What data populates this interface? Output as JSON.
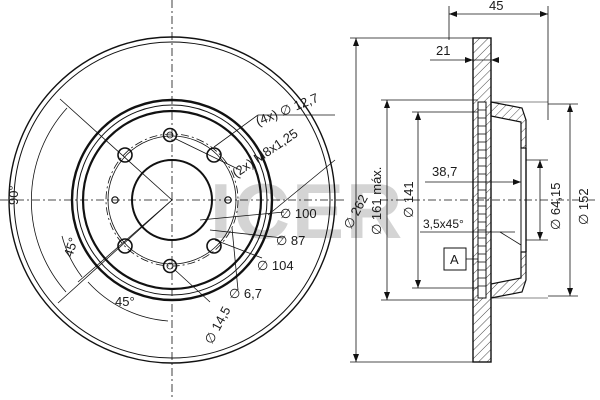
{
  "brand": {
    "watermark": "ICER"
  },
  "front_view": {
    "holes_label": "(4x) ∅ 12,7",
    "threads_label": "(2x) M8x1,25",
    "angle_90": "90°",
    "angle_45_left": "45°",
    "angle_45_bottom": "45°",
    "d_outer": "∅ 262",
    "d_100": "∅ 100",
    "d_87": "∅ 87",
    "d_104": "∅ 104",
    "d_6_7": "∅ 6,7",
    "d_14_5": "∅ 14,5"
  },
  "side_view": {
    "width_45": "45",
    "width_21": "21",
    "d_161": "∅ 161 máx.",
    "d_141": "∅ 141",
    "hub_depth": "38,7",
    "chamfer": "3,5x45°",
    "datum": "A",
    "d_64_15": "∅ 64,15",
    "d_152": "∅ 152"
  }
}
